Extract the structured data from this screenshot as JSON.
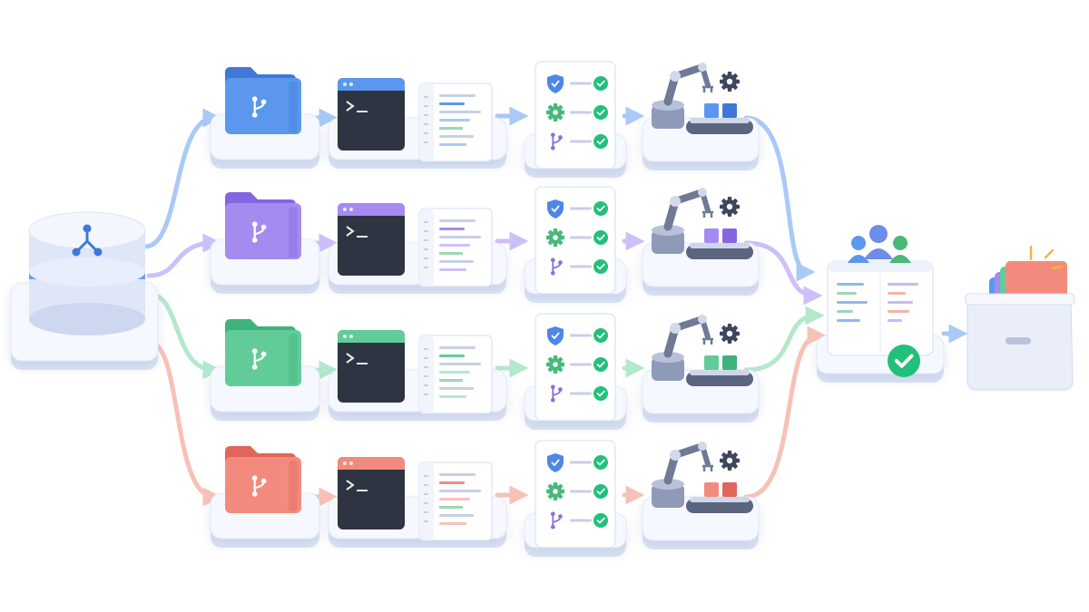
{
  "colors": {
    "background": "#ffffff",
    "platform_top": "#f5f8ff",
    "platform_side": "#dbe3f5",
    "card_border": "#d7def0",
    "dark_panel": "#2e3442",
    "check_green": "#22c07a",
    "muted_line": "#c7cfe3"
  },
  "pipelines": [
    {
      "id": "blue",
      "accent": "#5b97ee",
      "light": "#a9c9f7",
      "dark": "#3f78d6"
    },
    {
      "id": "purple",
      "accent": "#a58bf0",
      "light": "#cdbff8",
      "dark": "#8466e2"
    },
    {
      "id": "green",
      "accent": "#62cc98",
      "light": "#b3e8cd",
      "dark": "#3fb37b"
    },
    {
      "id": "red",
      "accent": "#f28b7e",
      "light": "#f8c1b8",
      "dark": "#e0665a"
    }
  ],
  "stages": [
    {
      "id": "repository-folder",
      "icon": "folder-branch-icon"
    },
    {
      "id": "terminal",
      "icon": "terminal-icon"
    },
    {
      "id": "code-document",
      "icon": "code-document-icon"
    },
    {
      "id": "checklist",
      "icon": "checklist-icon",
      "items": [
        "shield-icon",
        "gear-icon",
        "branch-icon"
      ]
    },
    {
      "id": "robot-assembly",
      "icon": "robot-arm-icon"
    }
  ],
  "source": {
    "icon": "database-branch-icon"
  },
  "merge": {
    "icon": "review-window-icon",
    "team_icon": "team-icon",
    "status_icon": "check-circle-icon"
  },
  "output": {
    "icon": "archive-box-icon"
  }
}
